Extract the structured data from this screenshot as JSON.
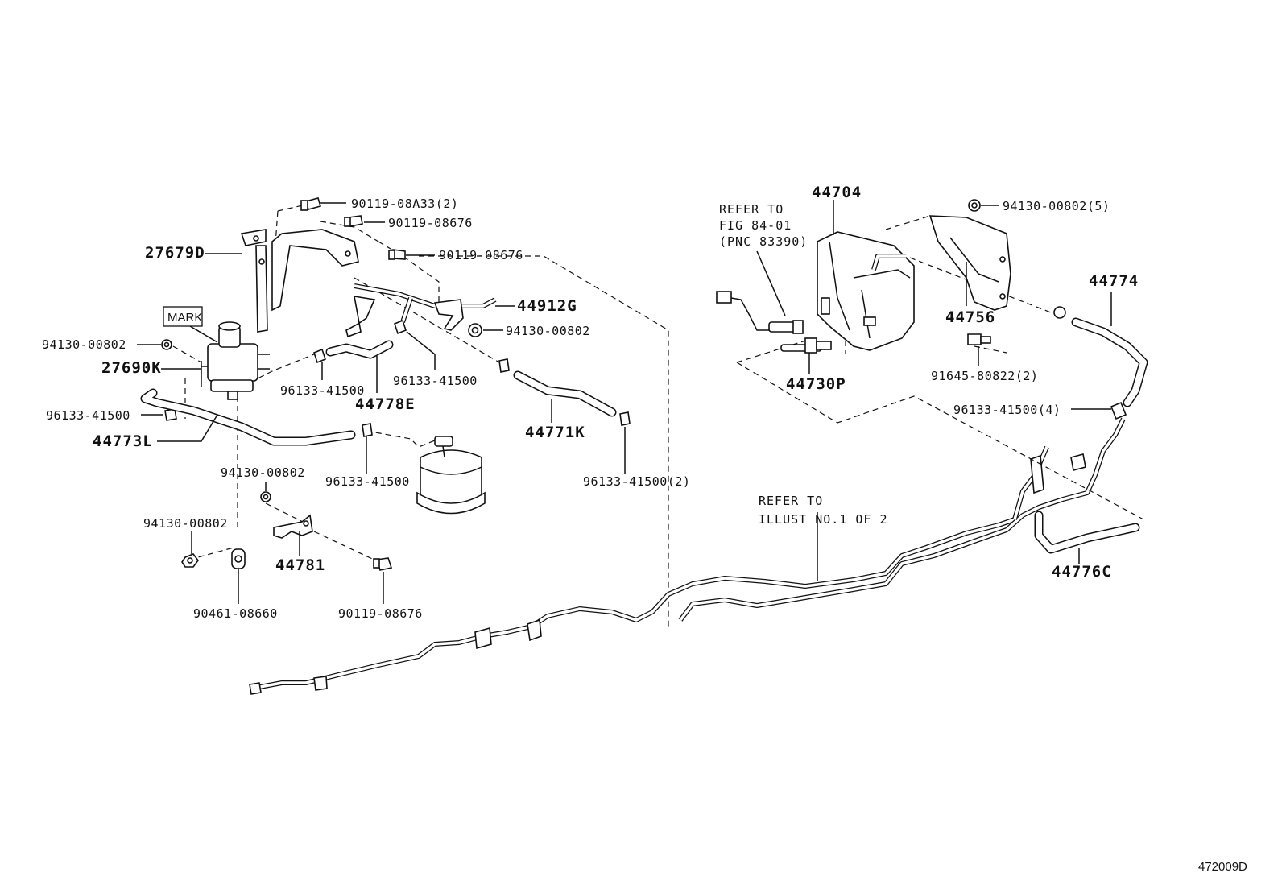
{
  "labels": {
    "p_90119_08a33": "90119-08A33(2)",
    "p_90119_08676_a": "90119-08676",
    "p_90119_08676_b": "90119-08676",
    "p_27679d": "27679D",
    "p_44912g": "44912G",
    "p_94130_00802_a": "94130-00802",
    "mark": "MARK",
    "p_94130_00802_b": "94130-00802",
    "p_27690k": "27690K",
    "p_96133_41500_a": "96133-41500",
    "p_96133_41500_b": "96133-41500",
    "p_44778e": "44778E",
    "p_96133_41500_c": "96133-41500",
    "p_44773l": "44773L",
    "p_44771k": "44771K",
    "p_96133_41500_d": "96133-41500",
    "p_96133_41500_2": "96133-41500(2)",
    "p_94130_00802_c": "94130-00802",
    "p_94130_00802_d": "94130-00802",
    "p_44781": "44781",
    "p_90461_08660": "90461-08660",
    "p_90119_08676_c": "90119-08676",
    "refer_fig_1": "REFER TO",
    "refer_fig_2": "FIG 84-01",
    "refer_fig_3": "(PNC 83390)",
    "p_44704": "44704",
    "p_94130_00802_5": "94130-00802(5)",
    "p_44774": "44774",
    "p_44756": "44756",
    "p_44730p": "44730P",
    "p_91645_80822_2": "91645-80822(2)",
    "p_96133_41500_4": "96133-41500(4)",
    "refer_illust_1": "REFER TO",
    "refer_illust_2": "ILLUST NO.1 OF 2",
    "p_44776c": "44776C",
    "figure_id": "472009D"
  }
}
